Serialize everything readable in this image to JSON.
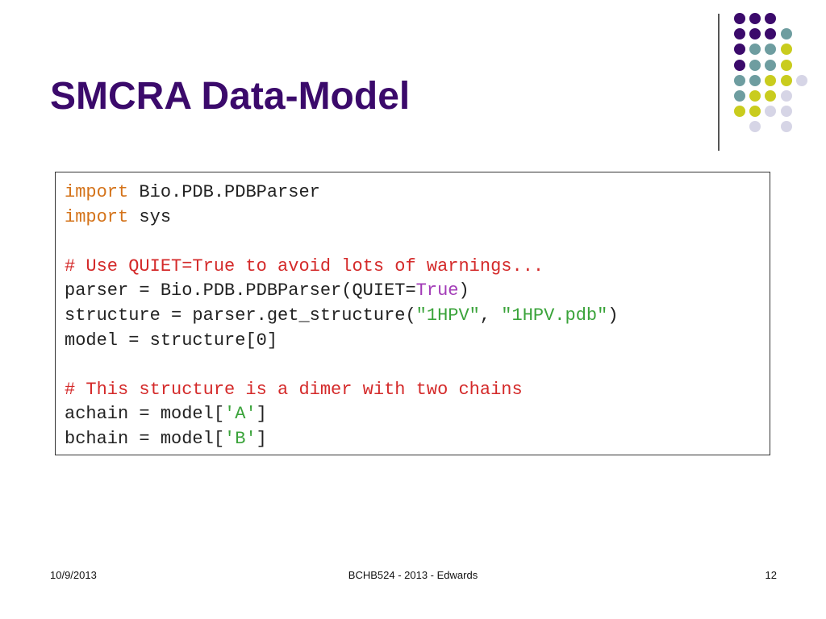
{
  "slide": {
    "title": "SMCRA Data-Model"
  },
  "colors": {
    "title": "#3b0a6b",
    "keyword": "#d4731a",
    "comment": "#d42a2a",
    "constant": "#a23bb7",
    "string": "#3aa33a",
    "text": "#222222",
    "dot_purple": "#3b0a6b",
    "dot_teal": "#6e9da0",
    "dot_yellow": "#c9cc1e",
    "dot_lavender": "#d6d5e6"
  },
  "decor": {
    "dot_grid_icon": "dot-grid-icon",
    "rows": [
      [
        "purple",
        "purple",
        "purple",
        "none",
        "none"
      ],
      [
        "purple",
        "purple",
        "purple",
        "teal",
        "none"
      ],
      [
        "purple",
        "teal",
        "teal",
        "yellow",
        "none"
      ],
      [
        "purple",
        "teal",
        "teal",
        "yellow",
        "none"
      ],
      [
        "teal",
        "teal",
        "yellow",
        "yellow",
        "lavender"
      ],
      [
        "teal",
        "yellow",
        "yellow",
        "lavender",
        "none"
      ],
      [
        "yellow",
        "yellow",
        "lavender",
        "lavender",
        "none"
      ],
      [
        "none",
        "lavender",
        "none",
        "lavender",
        "none"
      ]
    ]
  },
  "code": {
    "lines": [
      [
        {
          "t": "import",
          "c": "keyword"
        },
        {
          "t": " Bio.PDB.PDBParser",
          "c": "plain"
        }
      ],
      [
        {
          "t": "import",
          "c": "keyword"
        },
        {
          "t": " sys",
          "c": "plain"
        }
      ],
      [],
      [
        {
          "t": "# Use QUIET=True to avoid lots of warnings...",
          "c": "comment"
        }
      ],
      [
        {
          "t": "parser = Bio.PDB.PDBParser(QUIET=",
          "c": "plain"
        },
        {
          "t": "True",
          "c": "const"
        },
        {
          "t": ")",
          "c": "plain"
        }
      ],
      [
        {
          "t": "structure = parser.get_structure(",
          "c": "plain"
        },
        {
          "t": "\"1HPV\"",
          "c": "string"
        },
        {
          "t": ", ",
          "c": "plain"
        },
        {
          "t": "\"1HPV.pdb\"",
          "c": "string"
        },
        {
          "t": ")",
          "c": "plain"
        }
      ],
      [
        {
          "t": "model = structure[0]",
          "c": "plain"
        }
      ],
      [],
      [
        {
          "t": "# This structure is a dimer with two chains",
          "c": "comment"
        }
      ],
      [
        {
          "t": "achain = model[",
          "c": "plain"
        },
        {
          "t": "'A'",
          "c": "string"
        },
        {
          "t": "]",
          "c": "plain"
        }
      ],
      [
        {
          "t": "bchain = model[",
          "c": "plain"
        },
        {
          "t": "'B'",
          "c": "string"
        },
        {
          "t": "]",
          "c": "plain"
        }
      ]
    ]
  },
  "footer": {
    "date": "10/9/2013",
    "course": "BCHB524 - 2013 - Edwards",
    "page_number": "12"
  }
}
